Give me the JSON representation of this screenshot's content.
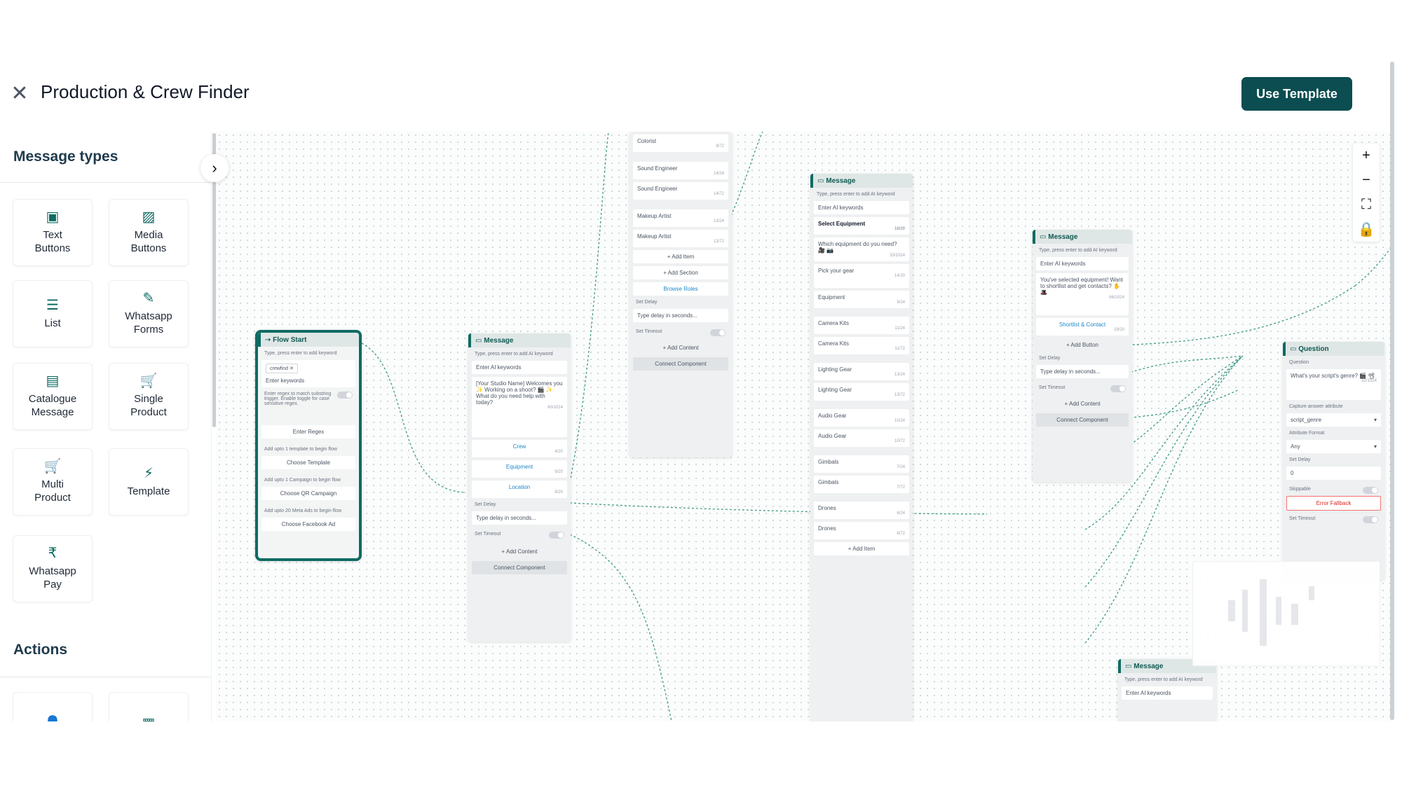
{
  "header": {
    "title": "Production & Crew Finder",
    "use_template_label": "Use Template"
  },
  "sidebar": {
    "message_types_title": "Message types",
    "actions_title": "Actions",
    "tiles": [
      {
        "label": "Text Buttons",
        "icon": "text-buttons-icon"
      },
      {
        "label": "Media Buttons",
        "icon": "image-icon"
      },
      {
        "label": "List",
        "icon": "list-icon"
      },
      {
        "label": "Whatsapp Forms",
        "icon": "form-icon"
      },
      {
        "label": "Catalogue Message",
        "icon": "catalogue-icon"
      },
      {
        "label": "Single Product",
        "icon": "cart-icon"
      },
      {
        "label": "Multi Product",
        "icon": "cart-icon"
      },
      {
        "label": "Template",
        "icon": "bolt-icon"
      },
      {
        "label": "Whatsapp Pay",
        "icon": "rupee-icon"
      }
    ]
  },
  "nodes": {
    "flow_start": {
      "title": "Flow Start",
      "keyword_hint": "Type, press enter to add keyword",
      "keyword_chip": "crewfind",
      "keyword_placeholder": "Enter keywords",
      "regex_hint": "Enter regex to match substring trigger. Enable toggle for case sensitive regex.",
      "regex_placeholder": "Enter Regex",
      "template_hint": "Add upto 1 template to begin flow",
      "template_button": "Choose Template",
      "campaign_hint": "Add upto 1 Campaign to begin flow",
      "campaign_button": "Choose QR Campaign",
      "ads_hint": "Add upto 20 Meta Ads to begin flow",
      "ads_button": "Choose Facebook Ad"
    },
    "message1": {
      "title": "Message",
      "ai_hint": "Type, press enter to add AI keyword",
      "ai_placeholder": "Enter AI keywords",
      "body": "[Your Studio Name] Welcomes you ✨ Working on a shoot? 🎬 ✨ What do you need help with today?",
      "body_count": "60/1024",
      "buttons": [
        {
          "label": "Crew",
          "count": "4/20"
        },
        {
          "label": "Equipment",
          "count": "9/20"
        },
        {
          "label": "Location",
          "count": "8/20"
        }
      ],
      "set_delay": "Set Delay",
      "delay_placeholder": "Type delay in seconds...",
      "set_timeout": "Set Timeout",
      "add_content": "+ Add Content",
      "connect": "Connect Component"
    },
    "list_node": {
      "items": [
        {
          "label": "Colorist",
          "count": "8/72"
        },
        {
          "label": "Sound Engineer",
          "count": "14/24"
        },
        {
          "label": "Sound Engineer",
          "count": "14/72"
        },
        {
          "label": "Makeup Artist",
          "count": "13/24"
        },
        {
          "label": "Makeup Artist",
          "count": "13/72"
        }
      ],
      "add_item": "+ Add Item",
      "add_section": "+ Add Section",
      "browse_roles": "Browse Roles",
      "set_delay": "Set Delay",
      "delay_placeholder": "Type delay in seconds...",
      "set_timeout": "Set Timeout",
      "add_content": "+ Add Content",
      "connect": "Connect Component"
    },
    "equipment_node": {
      "title": "Message",
      "ai_hint": "Type, press enter to add AI keyword",
      "ai_placeholder": "Enter AI keywords",
      "heading": "Select Equipment",
      "heading_count": "16/20",
      "question": "Which equipment do you need? 🎥 📷",
      "question_count": "33/1024",
      "pick": "Pick your gear",
      "pick_count": "14/20",
      "items": [
        {
          "label": "Equipment",
          "count": "9/24"
        },
        {
          "label": "Camera Kits",
          "count": "11/24"
        },
        {
          "label": "Camera Kits",
          "count": "11/72"
        },
        {
          "label": "Lighting Gear",
          "count": "13/24"
        },
        {
          "label": "Lighting Gear",
          "count": "13/72"
        },
        {
          "label": "Audio Gear",
          "count": "10/24"
        },
        {
          "label": "Audio Gear",
          "count": "10/72"
        },
        {
          "label": "Gimbals",
          "count": "7/24"
        },
        {
          "label": "Gimbals",
          "count": "7/72"
        },
        {
          "label": "Drones",
          "count": "6/24"
        },
        {
          "label": "Drones",
          "count": "6/72"
        }
      ],
      "add_item": "+ Add Item"
    },
    "shortlist_node": {
      "title": "Message",
      "ai_hint": "Type, press enter to add AI keyword",
      "ai_placeholder": "Enter AI keywords",
      "body": "You've selected equipment! Want to shortlist and get contacts? ✋ 🎩",
      "body_count": "66/1024",
      "button": "Shortlist & Contact",
      "button_count": "19/20",
      "add_button": "+ Add Button",
      "set_delay": "Set Delay",
      "delay_placeholder": "Type delay in seconds...",
      "set_timeout": "Set Timeout",
      "add_content": "+ Add Content",
      "connect": "Connect Component"
    },
    "question_node": {
      "title": "Question",
      "question_label": "Question",
      "question": "What's your script's genre? 🎬 📽",
      "question_count": "32/1024",
      "capture_label": "Capture answer attribute",
      "capture_value": "script_genre",
      "format_label": "Attribute Format",
      "format_value": "Any",
      "set_delay": "Set Delay",
      "delay_value": "0",
      "skippable": "Skippable",
      "error_fallback": "Error Fallback",
      "set_timeout": "Set Timeout"
    },
    "message_bottom": {
      "title": "Message",
      "ai_hint": "Type, press enter to add AI keyword",
      "ai_placeholder": "Enter AI keywords"
    }
  }
}
